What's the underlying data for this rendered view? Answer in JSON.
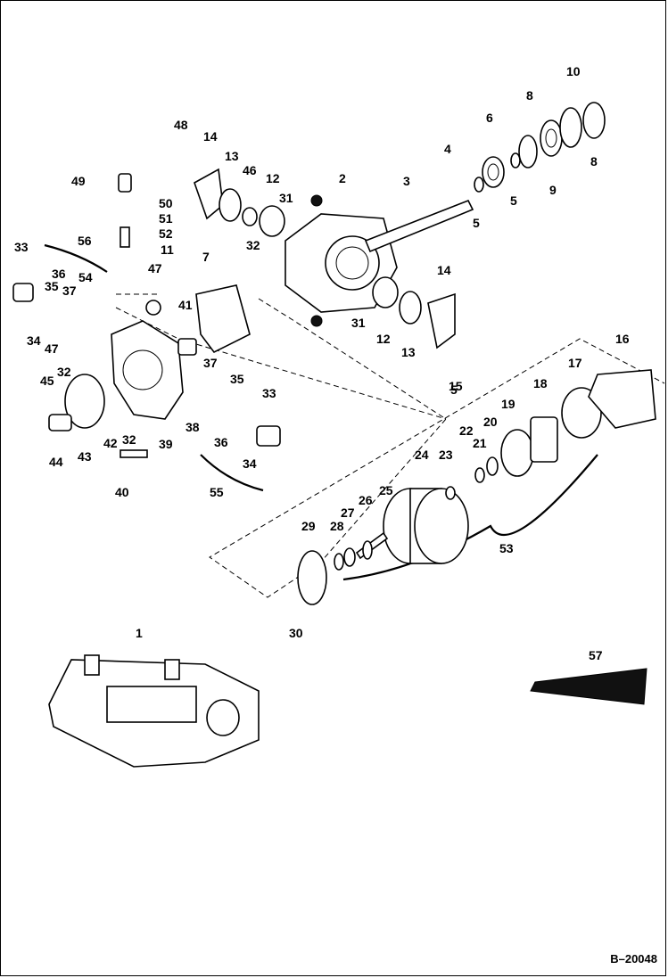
{
  "diagram": {
    "reference_code": "B–20048",
    "callouts": [
      "1",
      "2",
      "3",
      "4",
      "5",
      "5",
      "5",
      "6",
      "7",
      "8",
      "8",
      "9",
      "10",
      "11",
      "12",
      "12",
      "13",
      "13",
      "14",
      "14",
      "15",
      "16",
      "17",
      "18",
      "19",
      "20",
      "21",
      "22",
      "23",
      "24",
      "25",
      "26",
      "27",
      "28",
      "29",
      "30",
      "31",
      "31",
      "32",
      "32",
      "32",
      "33",
      "33",
      "34",
      "34",
      "35",
      "35",
      "36",
      "36",
      "37",
      "37",
      "38",
      "39",
      "40",
      "41",
      "42",
      "43",
      "44",
      "45",
      "46",
      "47",
      "47",
      "48",
      "49",
      "50",
      "51",
      "52",
      "53",
      "54",
      "55",
      "56",
      "57"
    ]
  }
}
